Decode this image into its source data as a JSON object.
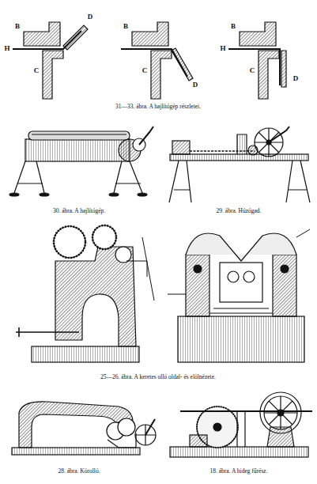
{
  "diagram": {
    "labels": [
      "B",
      "D",
      "H",
      "C",
      "B",
      "C",
      "D",
      "B",
      "H",
      "C",
      "D",
      "31—33. ábra. A hajlítógép részletei.",
      "30. ábra. A hajlítógép.",
      "29. ábra. Húzógad.",
      "25—26. ábra. A keretes olló oldal- és elölnézete.",
      "28. ábra. Körolló.",
      "18. ábra. A hideg fűrész."
    ]
  }
}
